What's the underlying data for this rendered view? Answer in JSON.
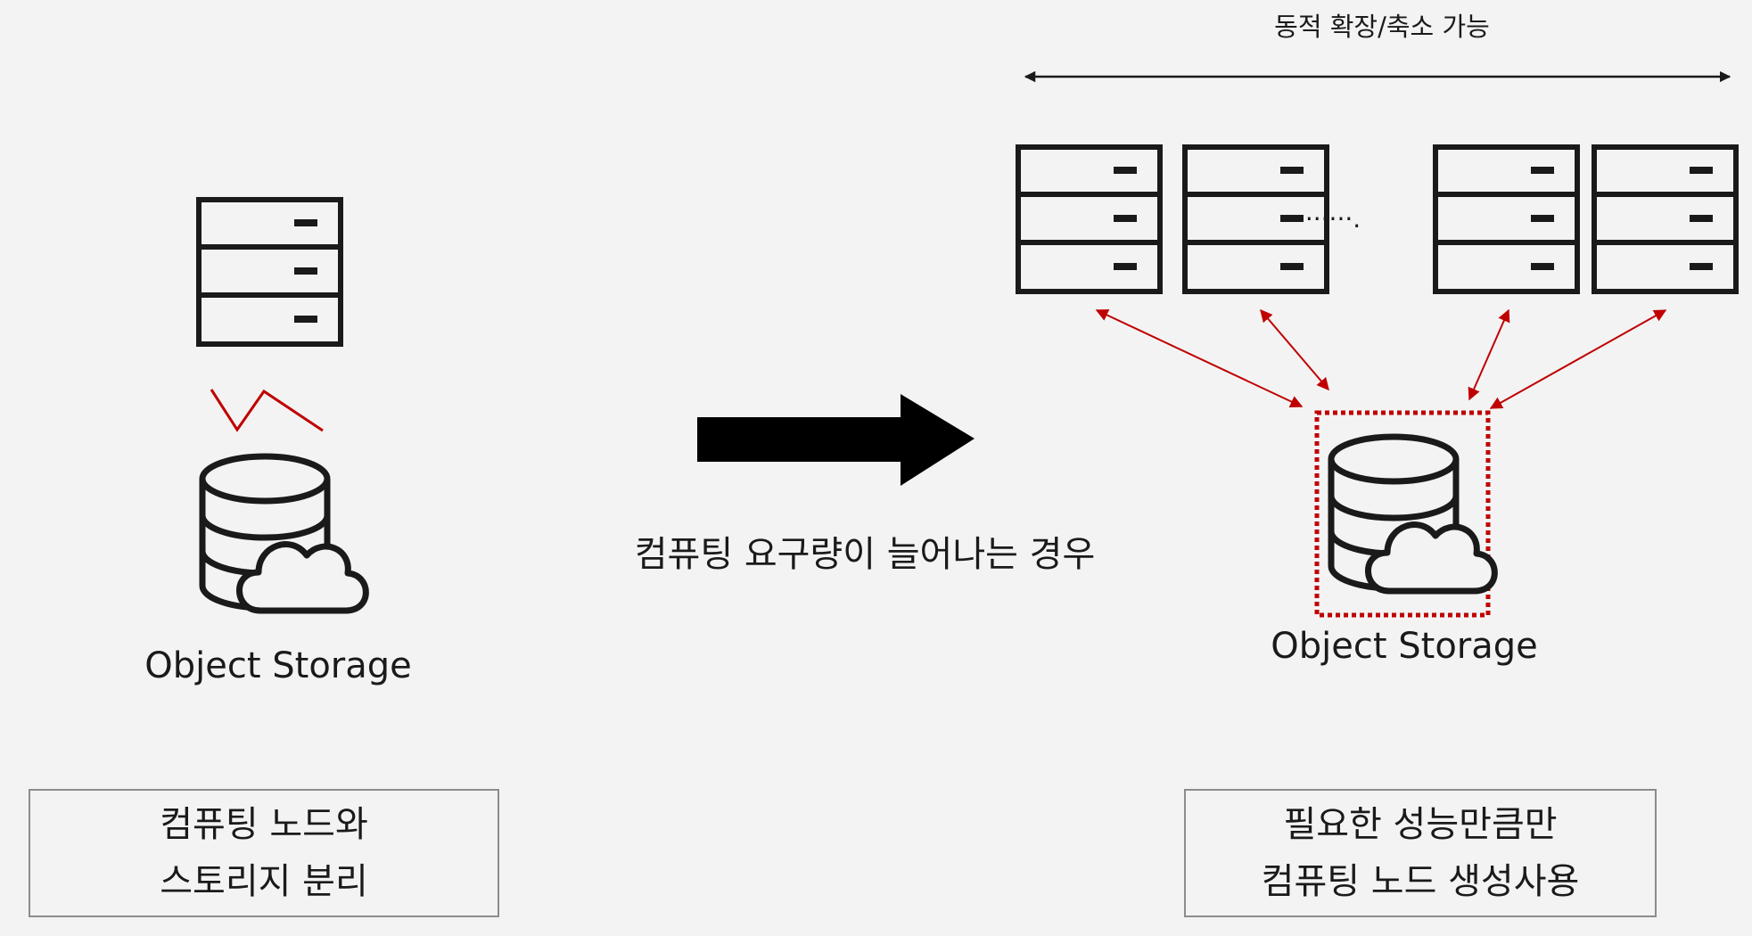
{
  "scale_label": "동적 확장/축소 가능",
  "transition_label": "컴퓨팅 요구량이 늘어나는 경우",
  "left": {
    "storage_label": "Object Storage",
    "caption": [
      "컴퓨팅 노드와",
      "스토리지 분리"
    ]
  },
  "right": {
    "storage_label": "Object Storage",
    "caption": [
      "필요한 성능만큼만",
      "컴퓨팅 노드 생성사용"
    ]
  },
  "colors": {
    "background": "#f3f3f3",
    "icon": "#1a1a1a",
    "accent_red": "#c00000",
    "box_border": "#8c8c8c"
  },
  "icons": {
    "server": "server-rack-icon",
    "storage": "database-cloud-icon"
  }
}
